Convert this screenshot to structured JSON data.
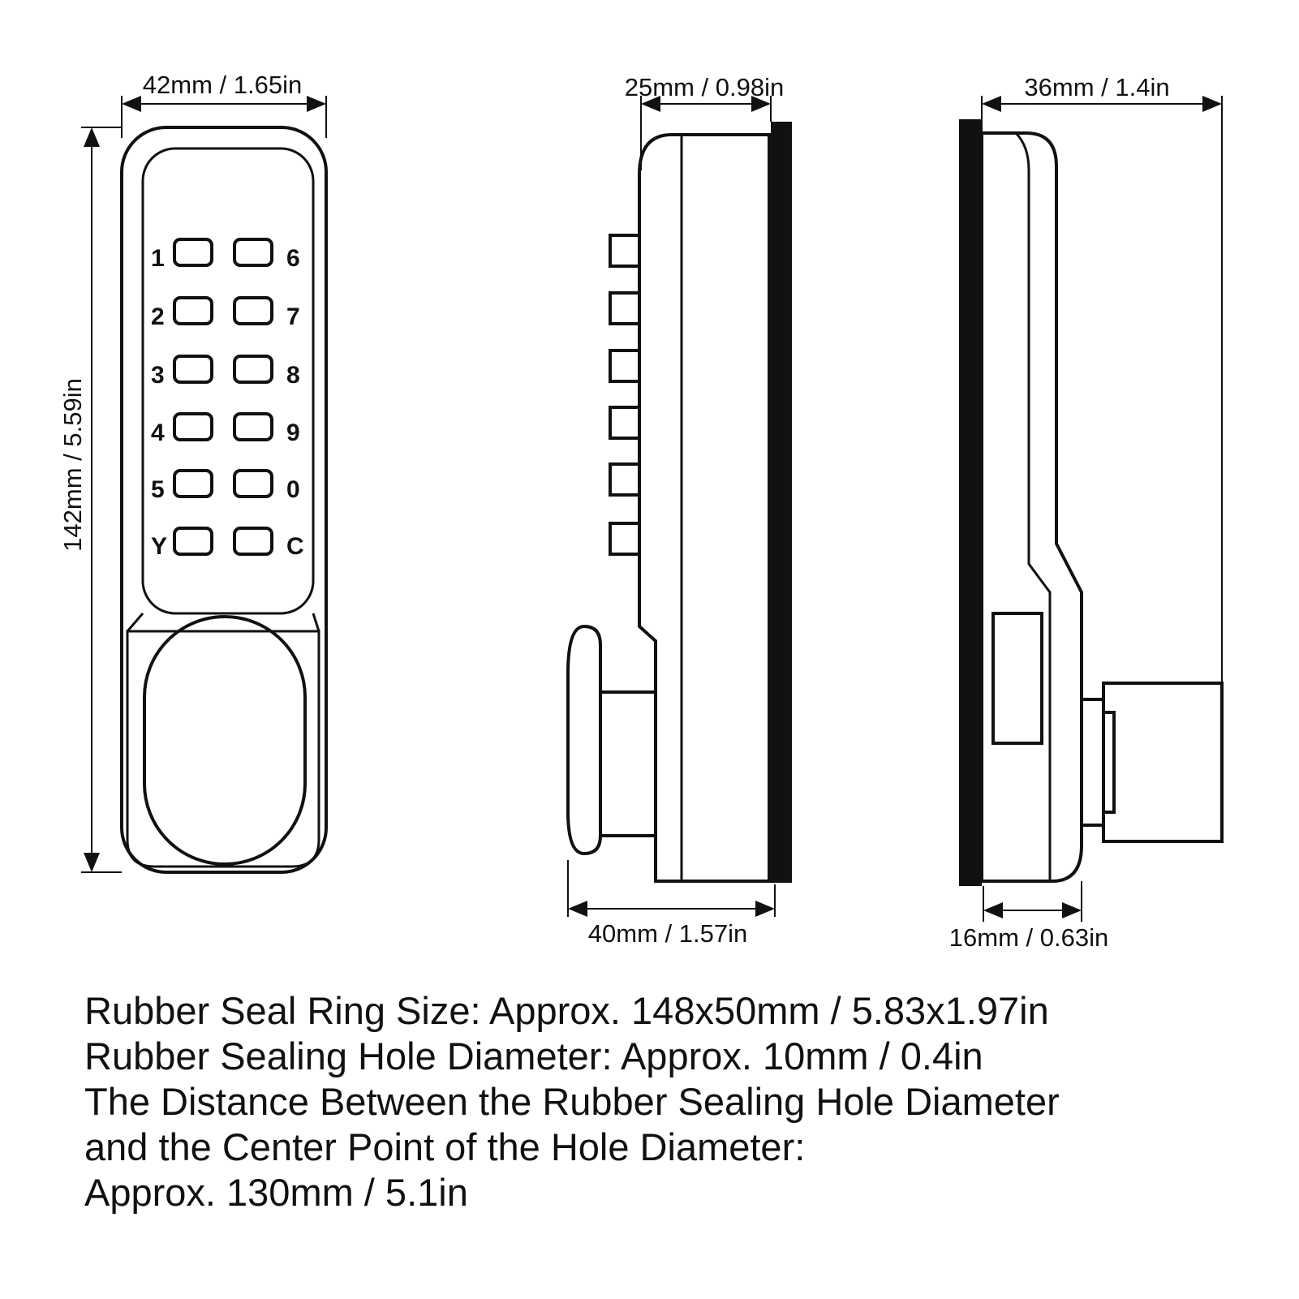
{
  "front_view": {
    "width_label": "42mm / 1.65in",
    "height_label": "142mm / 5.59in",
    "keypad": {
      "left_keys": [
        "1",
        "2",
        "3",
        "4",
        "5",
        "Y"
      ],
      "right_keys": [
        "6",
        "7",
        "8",
        "9",
        "0",
        "C"
      ]
    }
  },
  "side_view": {
    "top_label": "25mm / 0.98in",
    "bottom_label": "40mm / 1.57in"
  },
  "rear_view": {
    "top_label": "36mm / 1.4in",
    "bottom_label": "16mm / 0.63in"
  },
  "specs": [
    "Rubber Seal Ring Size: Approx. 148x50mm / 5.83x1.97in",
    "Rubber Sealing Hole Diameter: Approx. 10mm / 0.4in",
    "The Distance Between the Rubber Sealing Hole Diameter",
    "and the Center Point of the Hole Diameter:",
    "Approx. 130mm / 5.1in"
  ],
  "colors": {
    "line": "#111111",
    "background": "#ffffff"
  }
}
